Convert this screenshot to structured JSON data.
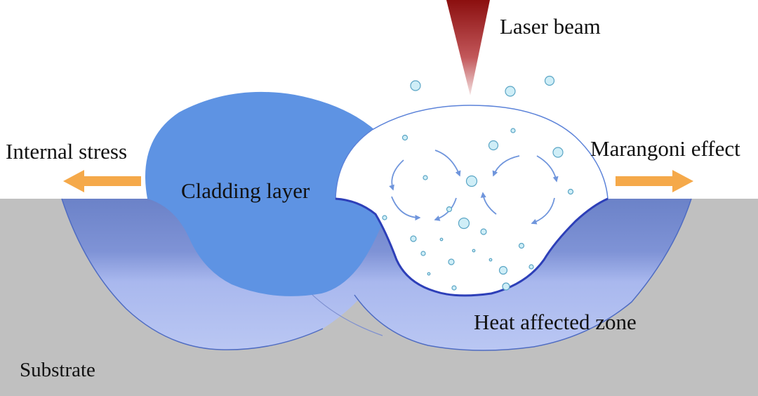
{
  "labels": {
    "laser_beam": "Laser beam",
    "internal_stress": "Internal stress",
    "marangoni_effect": "Marangoni effect",
    "cladding_layer": "Cladding layer",
    "heat_affected_zone": "Heat affected zone",
    "substrate": "Substrate"
  },
  "colors": {
    "substrate": "#c0c0c0",
    "cladding_layer": "#5e93e3",
    "melt_pool": "#ffffff",
    "heat_affected_zone": "#b9c6f1",
    "laser_beam": "#8b0f0f",
    "arrows": "#f5a94a",
    "bubbles": "#cfeef7",
    "flow_arrows": "#6f95dc"
  }
}
